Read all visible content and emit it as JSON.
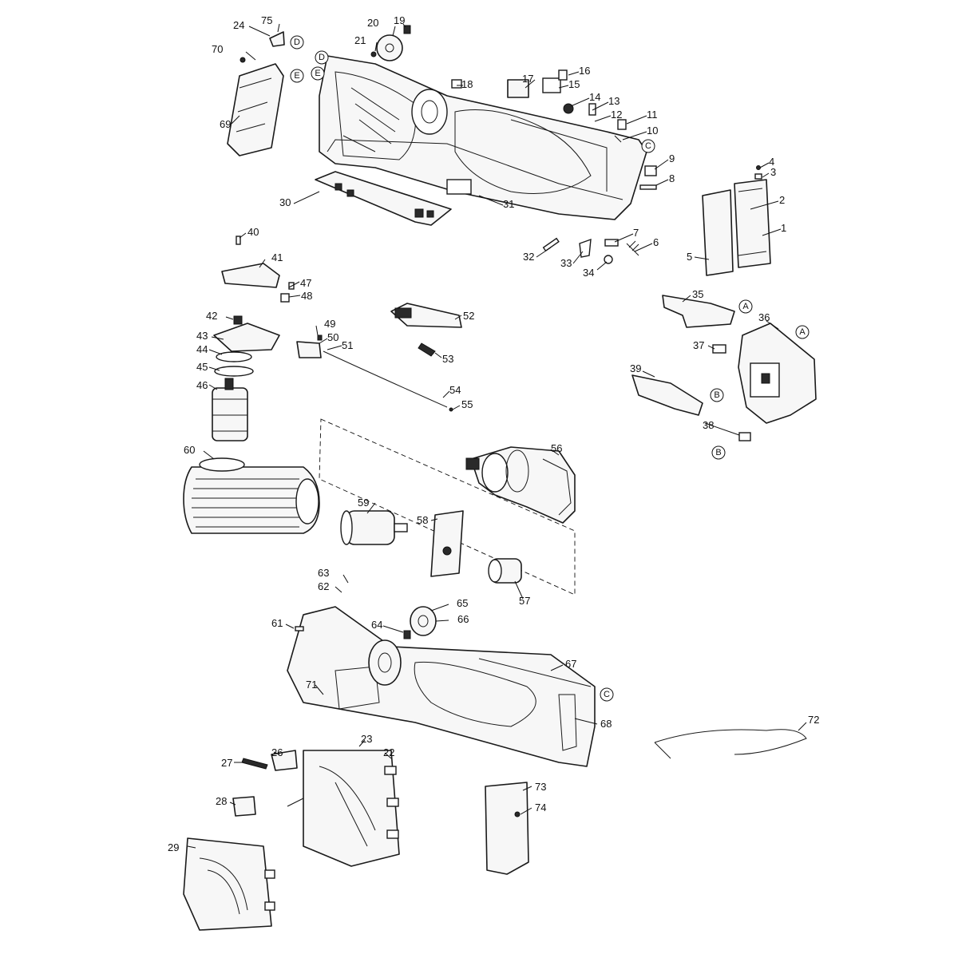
{
  "callouts": [
    "1",
    "2",
    "3",
    "4",
    "5",
    "6",
    "7",
    "8",
    "9",
    "10",
    "11",
    "12",
    "13",
    "14",
    "15",
    "16",
    "17",
    "18",
    "19",
    "20",
    "21",
    "22",
    "23",
    "24",
    "26",
    "27",
    "28",
    "29",
    "30",
    "31",
    "32",
    "33",
    "34",
    "35",
    "36",
    "37",
    "38",
    "39",
    "40",
    "41",
    "42",
    "43",
    "44",
    "45",
    "46",
    "47",
    "48",
    "49",
    "50",
    "51",
    "52",
    "53",
    "54",
    "55",
    "56",
    "57",
    "58",
    "59",
    "60",
    "61",
    "62",
    "63",
    "64",
    "65",
    "66",
    "67",
    "68",
    "69",
    "70",
    "71",
    "72",
    "73",
    "74",
    "75"
  ],
  "reference_marks": [
    "A",
    "B",
    "C",
    "D",
    "E"
  ]
}
